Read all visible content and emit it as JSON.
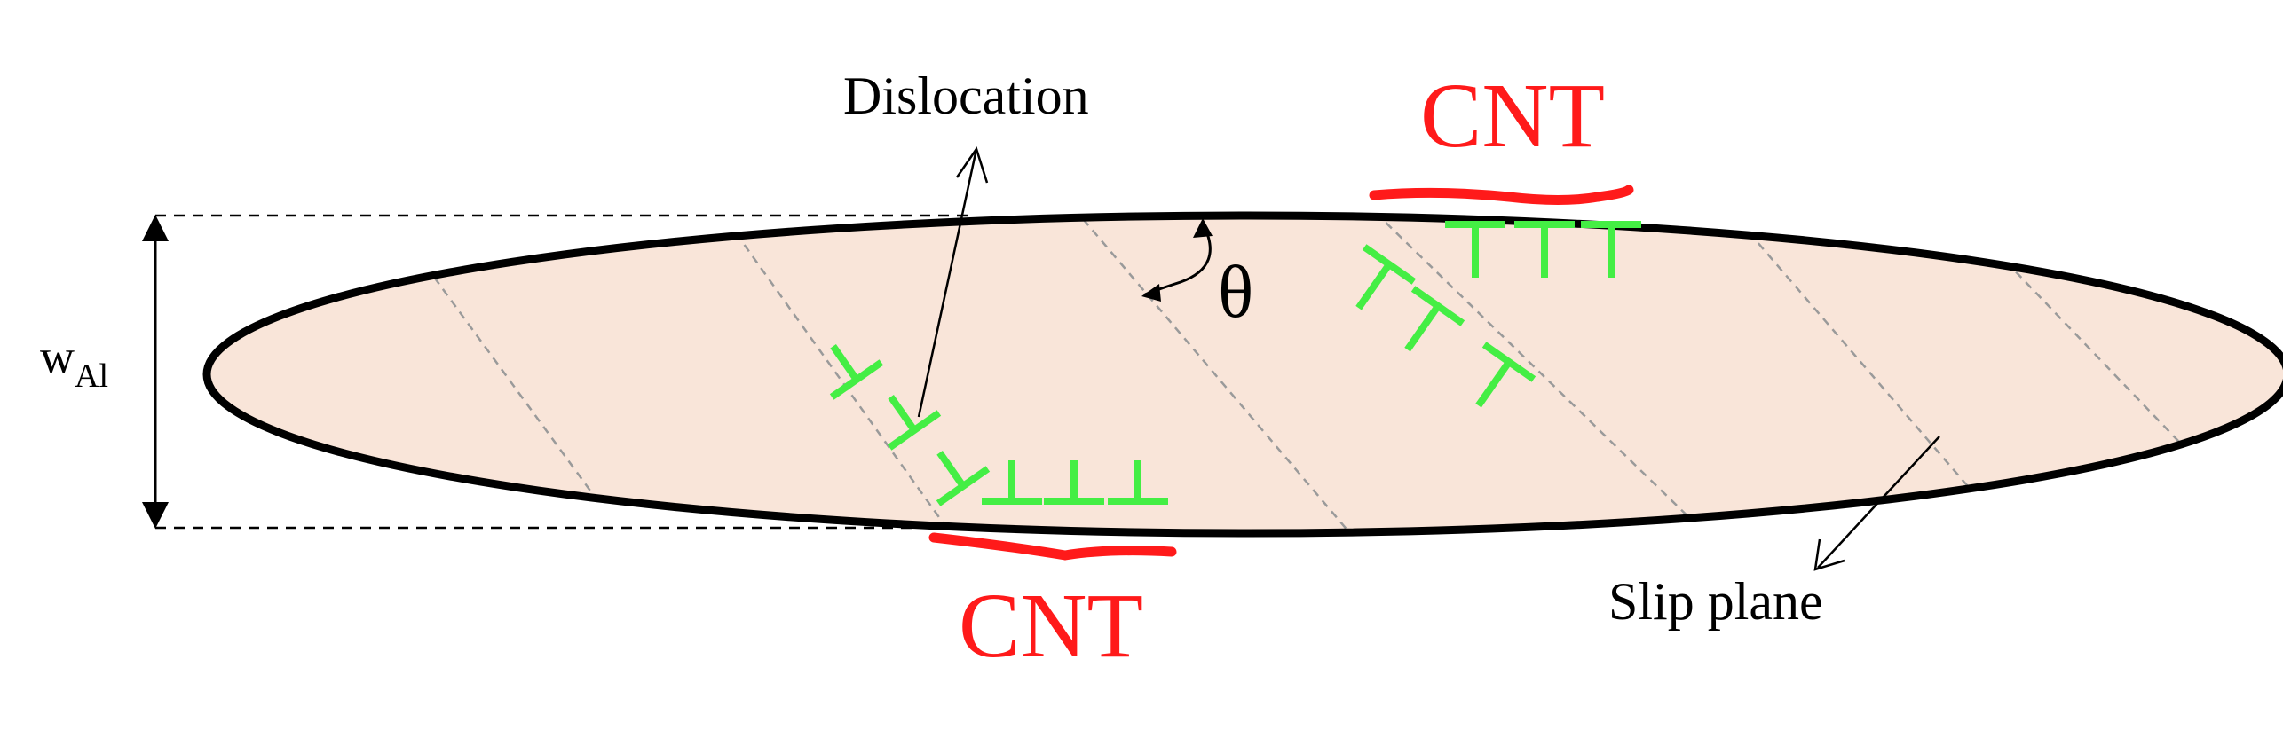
{
  "labels": {
    "dislocation": "Dislocation",
    "cnt_top": "CNT",
    "cnt_bottom": "CNT",
    "theta": "θ",
    "width_main": "w",
    "width_sub": "Al",
    "slip_plane": "Slip plane"
  },
  "colors": {
    "grain_fill": "#f9e5d9",
    "outline": "#000000",
    "cnt": "#ff1a1a",
    "dislocation": "#44ee44",
    "slip_plane": "#9a9a9a"
  },
  "dislocations": {
    "top_count": 6,
    "bottom_count": 6
  }
}
